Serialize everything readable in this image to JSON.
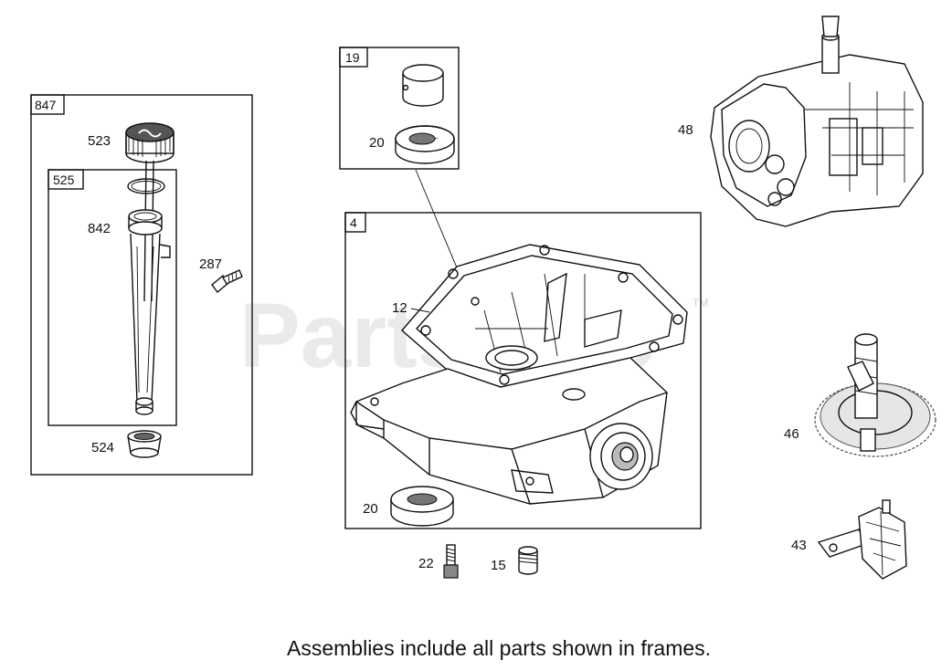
{
  "frames": [
    {
      "id": "frame-847",
      "label": "847"
    },
    {
      "id": "frame-525",
      "label": "525"
    },
    {
      "id": "frame-19",
      "label": "19"
    },
    {
      "id": "frame-4",
      "label": "4"
    }
  ],
  "callouts": {
    "p523": "523",
    "p842": "842",
    "p287": "287",
    "p524": "524",
    "p20a": "20",
    "p12": "12",
    "p20b": "20",
    "p22": "22",
    "p15": "15",
    "p48": "48",
    "p46": "46",
    "p43": "43"
  },
  "watermark": {
    "text": "PartsTree",
    "tm": "TM"
  },
  "caption": "Assemblies include all parts shown in frames."
}
